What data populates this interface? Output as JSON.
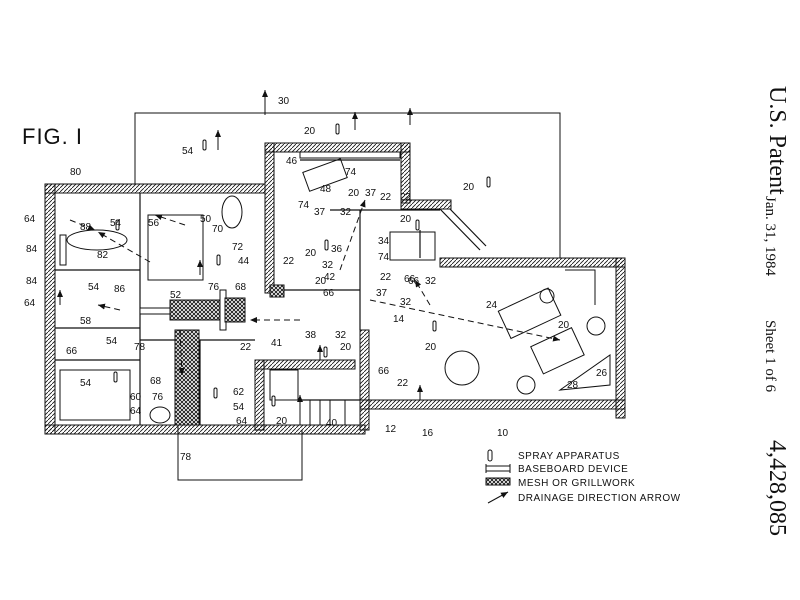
{
  "header": {
    "patent": "U.S. Patent",
    "date": "Jan. 31, 1984",
    "sheet": "Sheet 1 of 6",
    "number": "4,428,085"
  },
  "figure": {
    "label": "FIG. I"
  },
  "legend": [
    {
      "key": "spray",
      "text": "SPRAY APPARATUS"
    },
    {
      "key": "baseboard",
      "text": "BASEBOARD DEVICE"
    },
    {
      "key": "mesh",
      "text": "MESH OR GRILLWORK"
    },
    {
      "key": "arrow",
      "text": "DRAINAGE DIRECTION ARROW"
    }
  ],
  "refs": {
    "r30": "30",
    "r54a": "54",
    "r20a": "20",
    "r46": "46",
    "r74a": "74",
    "r48": "48",
    "r20b": "20",
    "r37a": "37",
    "r80": "80",
    "r50": "50",
    "r70": "70",
    "r74b": "74",
    "r37b": "37",
    "r32a": "32",
    "r22a": "22",
    "r20c": "20",
    "r64a": "64",
    "r88": "88",
    "r54b": "54",
    "r56": "56",
    "r72": "72",
    "r36": "36",
    "r34": "34",
    "r74c": "74",
    "r84a": "84",
    "r82": "82",
    "r44": "44",
    "r20d": "20",
    "r22b": "22",
    "r42": "42",
    "r32b": "32",
    "r66a": "66",
    "r20e": "20",
    "r24": "24",
    "r84b": "84",
    "r54c": "54",
    "r86": "86",
    "r68a": "68",
    "r76a": "76",
    "r22c": "22",
    "r37c": "37",
    "r64b": "64",
    "r52": "52",
    "r66b": "66",
    "r32c": "32",
    "r20f": "20",
    "r58": "58",
    "r14": "14",
    "r20g": "20",
    "r66c": "66",
    "r54d": "54",
    "r78a": "78",
    "r41": "41",
    "r38": "38",
    "r32d": "32",
    "r20h": "20",
    "r22d": "22",
    "r68b": "68",
    "r66d": "66",
    "r22e": "22",
    "r28": "28",
    "r26": "26",
    "r54e": "54",
    "r62": "62",
    "r60": "60",
    "r76b": "76",
    "r54f": "54",
    "r64c": "64",
    "r64d": "64",
    "r20i": "20",
    "r40": "40",
    "r12": "12",
    "r16": "16",
    "r10": "10",
    "r78b": "78",
    "r66e": "66",
    "r32e": "32",
    "r20j": "20",
    "r22f": "22"
  },
  "icons": [
    "spray-apparatus-icon",
    "baseboard-device-icon",
    "mesh-grillwork-icon",
    "drainage-arrow-icon"
  ]
}
